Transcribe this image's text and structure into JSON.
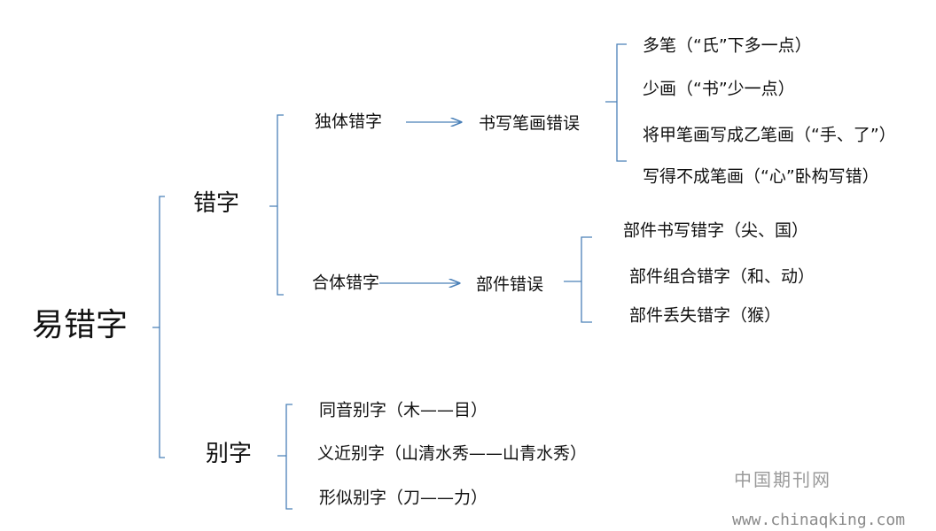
{
  "root": "易错字",
  "branch_wrong": {
    "label": "错字",
    "single": {
      "label": "独体错字",
      "result": "书写笔画错误",
      "items": [
        "多笔（“氏”下多一点）",
        "少画（“书”少一点）",
        "将甲笔画写成乙笔画（“手、了”）",
        "写得不成笔画（“心”卧构写错）"
      ]
    },
    "compound": {
      "label": "合体错字",
      "result": "部件错误",
      "items": [
        "部件书写错字（尖、国）",
        "部件组合错字（和、动）",
        "部件丢失错字（猴）"
      ]
    }
  },
  "branch_other": {
    "label": "别字",
    "items": [
      "同音别字（木——目）",
      "义近别字（山清水秀——山青水秀）",
      "形似别字（刀——力）"
    ]
  },
  "watermark": {
    "name": "中国期刊网",
    "url": "www.chinaqking.com"
  },
  "colors": {
    "bracket": "#4a80b8",
    "arrow": "#4a80b8"
  }
}
